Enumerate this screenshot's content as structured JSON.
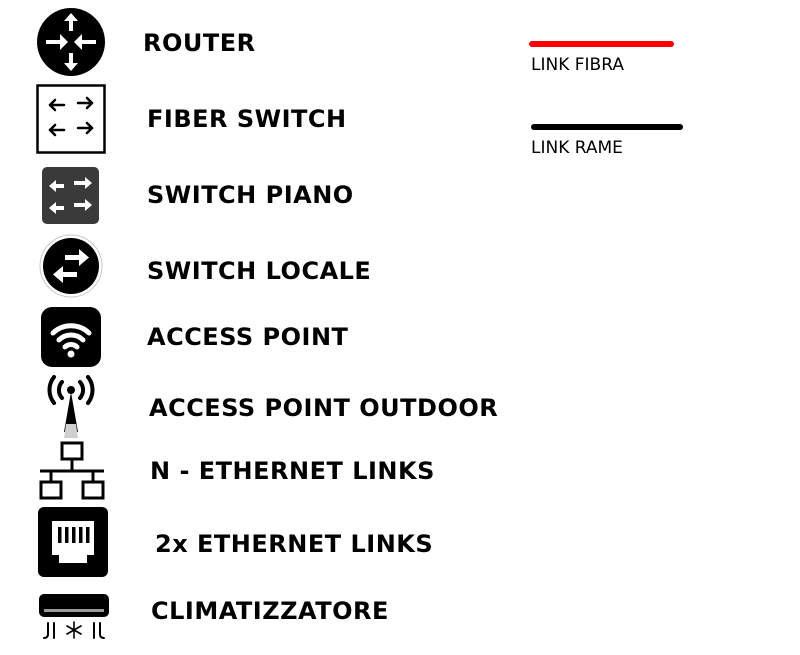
{
  "legend": {
    "items": [
      {
        "label": "ROUTER",
        "icon": "router-icon"
      },
      {
        "label": "FIBER SWITCH",
        "icon": "fiber-switch-icon"
      },
      {
        "label": "SWITCH PIANO",
        "icon": "floor-switch-icon"
      },
      {
        "label": "SWITCH LOCALE",
        "icon": "local-switch-icon"
      },
      {
        "label": "ACCESS POINT",
        "icon": "wifi-icon"
      },
      {
        "label": "ACCESS POINT OUTDOOR",
        "icon": "outdoor-antenna-icon"
      },
      {
        "label": "N - ETHERNET LINKS",
        "icon": "network-tree-icon"
      },
      {
        "label": "2x ETHERNET LINKS",
        "icon": "ethernet-port-icon"
      },
      {
        "label": "CLIMATIZZATORE",
        "icon": "air-conditioner-icon"
      }
    ],
    "links": [
      {
        "label": "LINK FIBRA",
        "color": "#ff0000"
      },
      {
        "label": "LINK RAME",
        "color": "#000000"
      }
    ]
  }
}
